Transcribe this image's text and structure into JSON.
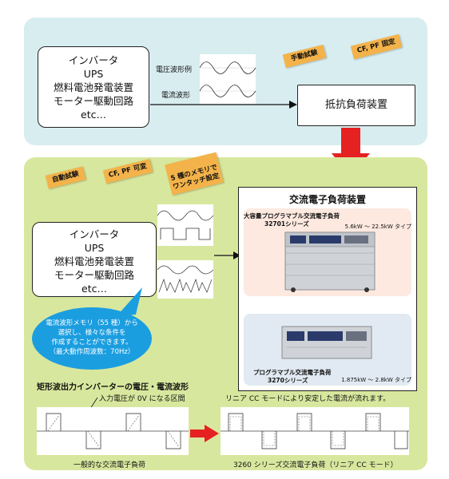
{
  "top_panel": {
    "source_lines": [
      "インバータ",
      "UPS",
      "燃料電池発電装置",
      "モーター駆動回路",
      "etc…"
    ],
    "voltage_label": "電圧波形例",
    "current_label": "電流波形",
    "tag_manual": "手動試験",
    "tag_cfpf_fixed": "CF, PF 固定",
    "load_label": "抵抗負荷装置"
  },
  "bottom_panel": {
    "tag_auto": "自動試験",
    "tag_cfpf_variable": "CF, PF 可変",
    "tag_memory": "5 種のメモリで\nワンタッチ設定",
    "source_lines": [
      "インバータ",
      "UPS",
      "燃料電池発電装置",
      "モーター駆動回路",
      "etc…"
    ],
    "bubble_lines": [
      "電流波形メモリ（55 種）から",
      "選択し、様々な条件を",
      "作成することができます。",
      "（最大動作周波数：70Hz）"
    ],
    "ac_load_title": "交流電子負荷装置",
    "product1_name": "大容量プログラマブル交流電子負荷",
    "product1_series": "32701シリーズ",
    "product1_range": "5.6kW 〜 22.5kW タイプ",
    "product2_name": "プログラマブル交流電子負荷",
    "product2_series": "3270シリーズ",
    "product2_range": "1.875kW 〜 2.8kW タイプ",
    "rect_title": "矩形波出力インバーターの電圧・電流波形",
    "zero_note": "入力電圧が 0V になる区間",
    "linear_note": "リニア CC モードにより安定した電流が流れます。",
    "general_caption": "一般的な交流電子負荷",
    "series3260_caption": "3260 シリーズ交流電子負荷（リニア CC モード）"
  }
}
